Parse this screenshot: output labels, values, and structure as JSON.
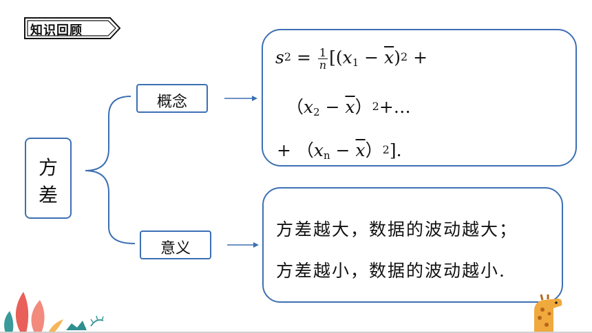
{
  "header": {
    "tag": "知识回顾"
  },
  "root": {
    "line1": "方",
    "line2": "差"
  },
  "nodes": {
    "concept": "概念",
    "meaning": "意义"
  },
  "formula": {
    "s": "s",
    "two": "2",
    "eq": " = ",
    "one": "1",
    "n": "n",
    "l1_open": "[(",
    "x": "x",
    "sub1": "1",
    "minus": "−",
    "xbar": "x",
    "l1_close": ")",
    "l1_plus": " +",
    "l2_open": "（",
    "sub2": "2",
    "l2_close": "）",
    "l2_end": "+…",
    "l3_plus": "+ ",
    "l3_open": "（",
    "subn": "n",
    "l3_close": "）",
    "l3_end": "].",
    "space_minus": " − "
  },
  "meaning_text": {
    "line1": "方差越大，数据的波动越大；",
    "line2": "方差越小，数据的波动越小."
  },
  "colors": {
    "accent": "#3b6fb3"
  }
}
